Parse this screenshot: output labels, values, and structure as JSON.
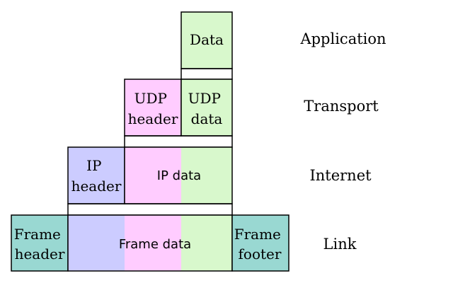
{
  "colors": {
    "data": "#d8f8cc",
    "udp_header": "#ffccff",
    "ip_header": "#ccccff",
    "frame": "#99d8d2",
    "stroke": "#000000"
  },
  "application": {
    "data_label": "Data",
    "layer_label": "Application"
  },
  "transport": {
    "udp_header_line1": "UDP",
    "udp_header_line2": "header",
    "udp_data_line1": "UDP",
    "udp_data_line2": "data",
    "layer_label": "Transport"
  },
  "internet": {
    "ip_header_line1": "IP",
    "ip_header_line2": "header",
    "ip_data_label": "IP data",
    "layer_label": "Internet"
  },
  "link": {
    "frame_header_line1": "Frame",
    "frame_header_line2": "header",
    "frame_data_label": "Frame data",
    "frame_footer_line1": "Frame",
    "frame_footer_line2": "footer",
    "layer_label": "Link"
  }
}
